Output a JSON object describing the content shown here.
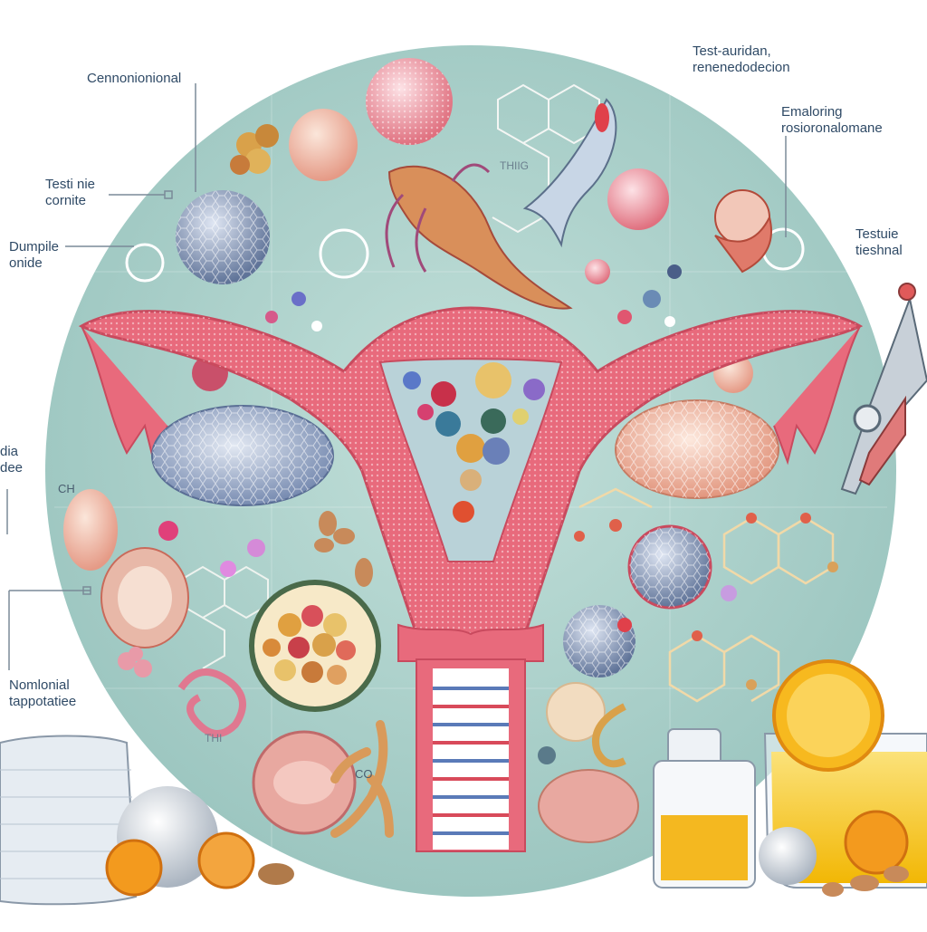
{
  "labels": {
    "top_left": "Cennonionional",
    "top_right": "Test-auridan,\nrenenedodecion",
    "right_upper": "Emaloring\nrosioronalomane",
    "left_upper": "Testi nie\ncornite",
    "left_mid": "Dumpile\nonide",
    "right_mid": "Testuie\ntieshnal",
    "left_edge": "dia\ndee",
    "bottom_left": "Nomlonial\ntappotatiee",
    "center_tag": "THIIG",
    "left_formula": "CH",
    "center_formula": "CO",
    "left_tag": "THI"
  },
  "colors": {
    "background_circle": "#a9cfc9",
    "uterus": "#e86a7c",
    "uterus_dark": "#c94a5e",
    "ovary_left": "#7f93b8",
    "ovary_right": "#f0b49b",
    "molecule_line": "#f2f4f2",
    "label_text": "#2f4a66",
    "leader_line": "#7a8a98",
    "juice": "#f4c20d",
    "orange": "#f39a1e"
  }
}
